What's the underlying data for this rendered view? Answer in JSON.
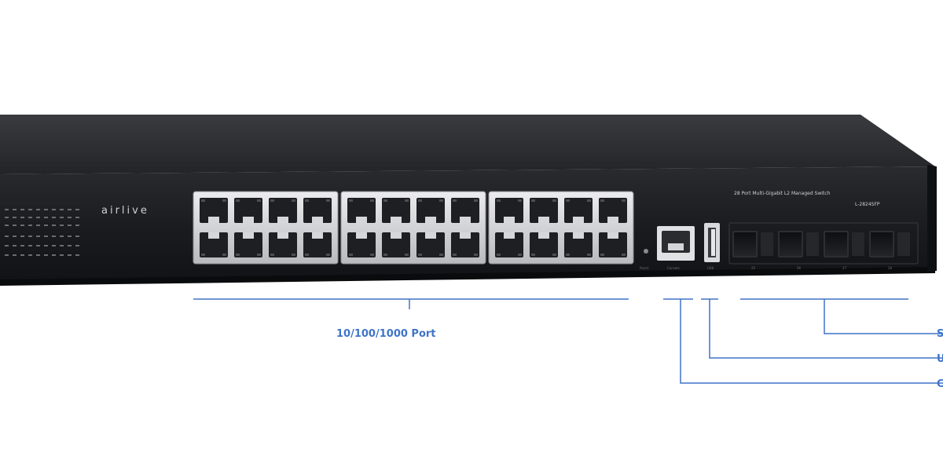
{
  "device": {
    "brand_logo": "airlive",
    "model_line_1": "28 Port Multi-Gigabit L2 Managed Switch",
    "model_line_2": "L-2824SFP",
    "body_color": "#1b1c1f",
    "bezel_color": "#151619",
    "port_color": "#d9dadc"
  },
  "port_groups": {
    "copper_block_count": 3,
    "ports_per_block": 8
  },
  "sfp": {
    "slot_count": 4,
    "slot_numbers": [
      "25",
      "26",
      "27",
      "28"
    ]
  },
  "front_labels": {
    "reset": "Reset",
    "console": "Console",
    "usb": "USB"
  },
  "callouts": {
    "copper_ports": "10/100/1000 Port",
    "sfp_ports": "SFP",
    "usb_port": "USB",
    "console_port": "Console",
    "line_color": "#3f74c8"
  }
}
